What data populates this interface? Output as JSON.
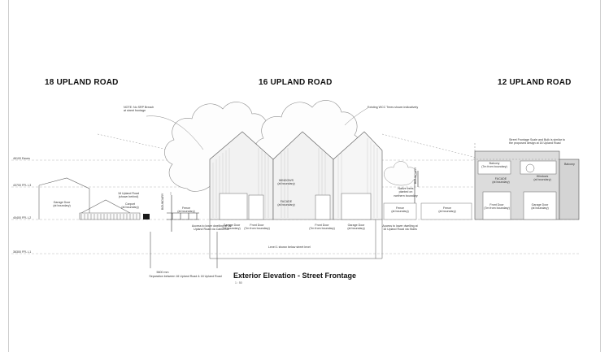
{
  "headings": {
    "left": "18 UPLAND ROAD",
    "center": "16 UPLAND ROAD",
    "right": "12 UPLAND ROAD"
  },
  "notes": {
    "srp": "NOTE: No SRP Breach\nat street frontage",
    "trees": "Existing WCC Trees shown indicatively",
    "scale_right": "Street Frontage Scale and Bulk is similar to\nthe proposed design at 16 Upland Road",
    "level1": "Level 1 shown below street level",
    "separation_value": "5600 mm",
    "separation": "Separation between 16 Upland Road & 18 Upland Road",
    "access_cable": "Access to lower dwelling at 16\nUpland Road via Cable Car",
    "access_stairs": "Access to lower dwelling at\n16 Upland Road via Stairs",
    "native_trees": "Native trees\nplanted on\nnorthern boundary",
    "boundary_v": "BOUNDARY"
  },
  "levels": [
    {
      "label": "46100 Eaves"
    },
    {
      "label": "43700 FFL L3"
    },
    {
      "label": "40400 FFL L2"
    },
    {
      "label": "36300 FFL L1"
    }
  ],
  "labels18": {
    "garage": "Garage Door\n(at boundary)",
    "upland": "18 Upland Road\n(shown behind)",
    "carport": "Carport\n(at boundary)",
    "fence": "Fence\n(at boundary)"
  },
  "labels16": {
    "windows": "WINDOWS\n(at boundary)",
    "facade": "FACADE\n(at boundary)",
    "garage1": "Garage Door\n(at boundary)",
    "front1": "Front Door\n(7m from boundary)",
    "front2": "Front Door\n(7m from boundary)",
    "garage2": "Garage Door\n(at boundary)",
    "fence1": "Fence\n(at boundary)",
    "fence2": "Fence\n(at boundary)"
  },
  "labels12": {
    "balcony_left": "Balcony\n(7m from boundary)",
    "balcony_right": "Balcony",
    "facade": "FACADE\n(at boundary)",
    "windows": "Windows\n(at boundary)",
    "front": "Front Door\n(7m from boundary)",
    "garage": "Garage Door\n(at boundary)"
  },
  "title": {
    "main": "Exterior Elevation - Street Frontage",
    "scale": "1 : 50"
  }
}
